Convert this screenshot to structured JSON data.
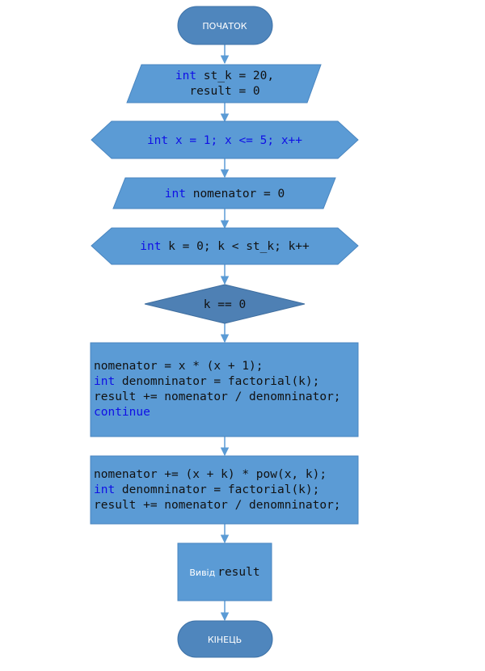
{
  "colors": {
    "shape_fill": "#5b9bd5",
    "shape_stroke": "#4a86c0",
    "terminator_fill": "#4f86bd",
    "decision_fill": "#4e80b4",
    "arrow": "#5b9bd5",
    "keyword": "#1010e6",
    "text": "#111111"
  },
  "flowchart": {
    "start": {
      "label": "ПОЧАТОК"
    },
    "init": {
      "line1": {
        "kw": "int",
        "rest": " st_k = 20,"
      },
      "line2": "result = 0"
    },
    "loop_x": {
      "kw": "int",
      "rest": " x = 1; x <= 5; x++"
    },
    "nomenator_init": {
      "kw": "int",
      "rest": " nomenator = 0"
    },
    "loop_k": {
      "kw": "int",
      "rest": " k = 0; k < st_k; k++"
    },
    "decision": {
      "label": "k == 0"
    },
    "block_first": {
      "line1": "nomenator = x * (x + 1);",
      "line2": {
        "kw": "int",
        "rest": " denomninator = factorial(k);"
      },
      "line3": "result += nomenator / denomninator;",
      "line4": "continue"
    },
    "block_rest": {
      "line1": "nomenator += (x + k) * pow(x, k);",
      "line2": {
        "kw": "int",
        "rest": " denomninator = factorial(k);"
      },
      "line3": "result += nomenator / denomninator;"
    },
    "output": {
      "prefix": "Вивід",
      "value": "result"
    },
    "end": {
      "label": "КІНЕЦЬ"
    }
  }
}
